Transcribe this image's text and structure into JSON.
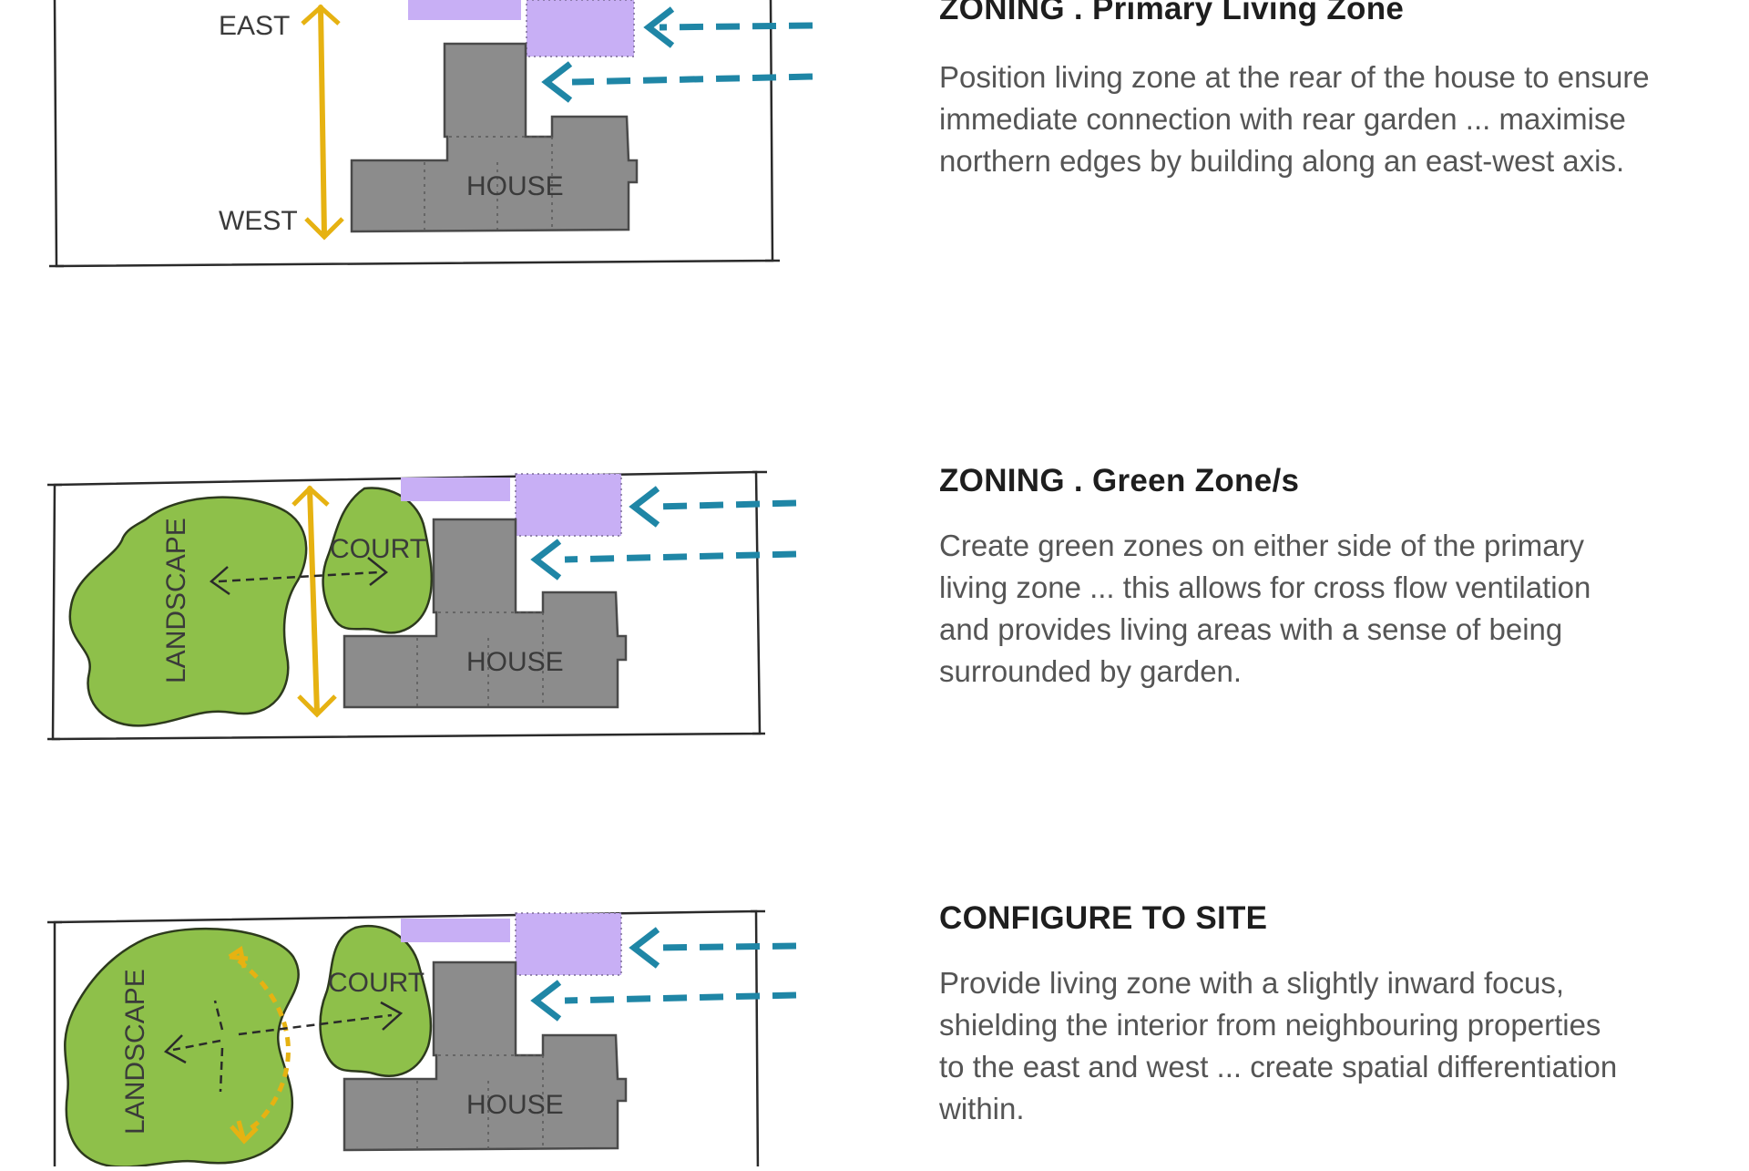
{
  "panels": [
    {
      "title": "ZONING . Primary Living Zone",
      "description": [
        "Position living zone at the rear of the house to ensure",
        "immediate connection with rear garden ... maximise",
        "northern edges by building along an east-west axis."
      ],
      "labels": {
        "house": "HOUSE",
        "east": "EAST",
        "west": "WEST"
      }
    },
    {
      "title": "ZONING . Green Zone/s",
      "description": [
        "Create green zones on either side of the primary",
        "living zone ... this allows for cross flow ventilation",
        "and provides living areas with a sense of being",
        "surrounded by garden."
      ],
      "labels": {
        "house": "HOUSE",
        "court": "COURT",
        "landscape": "LANDSCAPE"
      }
    },
    {
      "title": "CONFIGURE TO SITE",
      "description": [
        "Provide living zone with a slightly inward focus,",
        "shielding the interior from neighbouring properties",
        "to the east and west ... create spatial differentiation",
        "within."
      ],
      "labels": {
        "house": "HOUSE",
        "court": "COURT",
        "landscape": "LANDSCAPE"
      }
    }
  ],
  "colors": {
    "building": "#8c8c8c",
    "living_zone": "#c8aff5",
    "green_zone": "#8ec04a",
    "breeze_arrows": "#1f86a6",
    "axis_arrow": "#e6b212",
    "title_text": "#1e1e1e",
    "body_text": "#555555"
  }
}
